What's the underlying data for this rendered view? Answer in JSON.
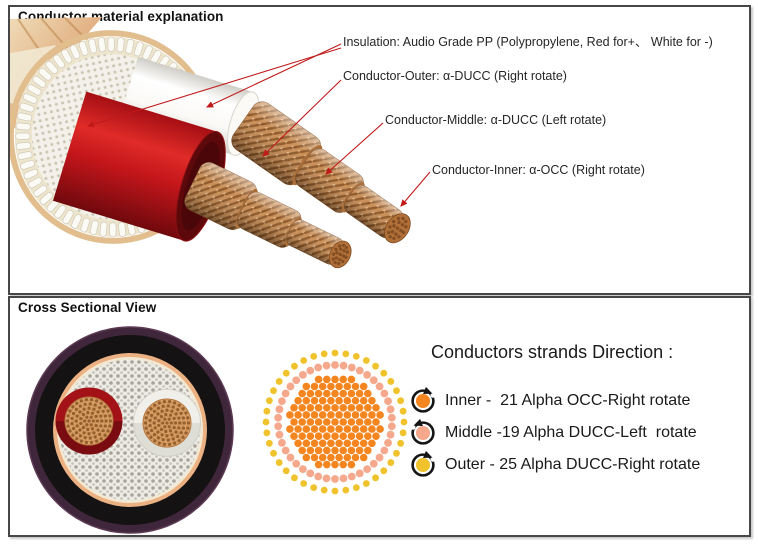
{
  "panels": {
    "top": {
      "title": "Conductor material explanation"
    },
    "bottom": {
      "title": "Cross Sectional View"
    }
  },
  "annotations": {
    "line_color": "#c01a1a",
    "items": [
      {
        "id": "insulation",
        "label": "Insulation: Audio Grade PP (Polypropylene, Red for+、 White for -)"
      },
      {
        "id": "conductor-outer",
        "label": "Conductor-Outer: α-DUCC (Right rotate)"
      },
      {
        "id": "conductor-middle",
        "label": "Conductor-Middle: α-DUCC (Left rotate)"
      },
      {
        "id": "conductor-inner",
        "label": "Conductor-Inner: α-OCC (Right rotate)"
      }
    ]
  },
  "legend": {
    "title": "Conductors strands Direction :",
    "items": [
      {
        "label": "Inner -  21 Alpha OCC-Right rotate",
        "dot_color": "#F5861F",
        "direction": "cw"
      },
      {
        "label": "Middle -19 Alpha DUCC-Left  rotate",
        "dot_color": "#F5A88C",
        "direction": "ccw"
      },
      {
        "label": "Outer - 25 Alpha DUCC-Right rotate",
        "dot_color": "#F0C32C",
        "direction": "cw"
      }
    ]
  },
  "strand_diagram": {
    "inner": {
      "color": "#F5861F",
      "arrangement": "hex-fill",
      "fill_radius": 47.5,
      "dot_radius": 3.8,
      "spacing": 8.2
    },
    "middle": {
      "color": "#F5A88C",
      "arrangement": "ring",
      "radius": 57,
      "count": 42,
      "dot_radius": 3.9
    },
    "outer": {
      "color": "#F0C32C",
      "arrangement": "ring",
      "radius": 69,
      "count": 40,
      "dot_radius": 3.4
    }
  },
  "cross_section_colors": {
    "jacket_plum": "#40263B",
    "shield_black": "#141212",
    "copper_ring": "#ECB183",
    "fabric": "#ECEBE4",
    "red_insulation": "#A31217",
    "white_insulation": "#F1EFE9",
    "copper_strands": "#D89E67"
  }
}
